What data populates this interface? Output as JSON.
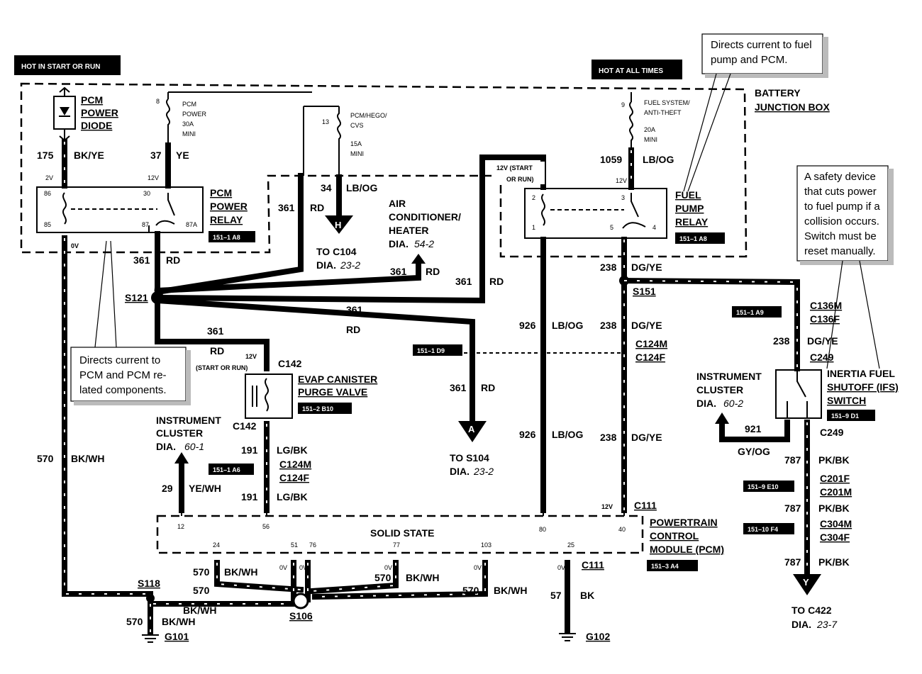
{
  "headers": {
    "hot_start_run": "HOT IN START OR RUN",
    "hot_all_times": "HOT AT ALL TIMES"
  },
  "notes": {
    "fuel_pump_note_1": "Directs current to fuel",
    "fuel_pump_note_2": "pump and PCM.",
    "safety_1": "A safety device",
    "safety_2": "that cuts power",
    "safety_3": "to fuel pump if a",
    "safety_4": "collision occurs.",
    "safety_5": "Switch must be",
    "safety_6": "reset manually.",
    "pcm_note_1": "Directs current to",
    "pcm_note_2": "PCM and PCM re-",
    "pcm_note_3": "lated components."
  },
  "components": {
    "pcm_power_diode": [
      "PCM",
      "POWER",
      "DIODE"
    ],
    "pcm_power_relay": [
      "PCM",
      "POWER",
      "RELAY"
    ],
    "fuel_pump_relay": [
      "FUEL",
      "PUMP",
      "RELAY"
    ],
    "battery_junction_box": [
      "BATTERY",
      "JUNCTION BOX"
    ],
    "evap": [
      "EVAP CANISTER",
      "PURGE VALVE"
    ],
    "ac_heater": [
      "AIR",
      "CONDITIONER/",
      "HEATER",
      "DIA."
    ],
    "ac_dia": "54-2",
    "pcm_module": [
      "POWERTRAIN",
      "CONTROL",
      "MODULE (PCM)"
    ],
    "solid_state": "SOLID STATE",
    "inertia": [
      "INERTIA FUEL",
      "SHUTOFF (IFS)",
      "SWITCH"
    ],
    "inst_cluster_left": [
      "INSTRUMENT",
      "CLUSTER",
      "DIA."
    ],
    "inst_left_dia": "60-1",
    "inst_cluster_right": [
      "INSTRUMENT",
      "CLUSTER",
      "DIA."
    ],
    "inst_right_dia": "60-2"
  },
  "fuses": {
    "pcm_power": [
      "8",
      "PCM",
      "POWER",
      "30A",
      "MINI"
    ],
    "pcm_hego": [
      "13",
      "PCM/HEGO/",
      "CVS",
      "15A",
      "MINI"
    ],
    "fuel_system": [
      "9",
      "FUEL SYSTEM/",
      "ANTI-THEFT",
      "20A",
      "MINI"
    ]
  },
  "tags": {
    "t1": "151–1 A8",
    "t2": "151–1 A8",
    "t3": "151–1 A9",
    "t4": "151–1 D9",
    "t5": "151–2 B10",
    "t6": "151–1 A6",
    "t7": "151–9 D1",
    "t8": "151–9 E10",
    "t9": "151–10 F4",
    "t10": "151–3 A4"
  },
  "connectors": {
    "to_c104": "TO C104",
    "c104_dia": "DIA.",
    "c104_dia_num": "23-2",
    "to_s104": "TO S104",
    "s104_dia": "DIA.",
    "s104_dia_num": "23-2",
    "to_c422": "TO C422",
    "c422_dia": "DIA.",
    "c422_dia_num": "23-7",
    "h": "H",
    "a": "A",
    "y": "Y"
  },
  "labels": {
    "w175": "175",
    "bkye": "BK/YE",
    "w37": "37",
    "ye": "YE",
    "v2": "2V",
    "v12a": "12V",
    "w34": "34",
    "lbog1": "LB/OG",
    "w361a": "361",
    "rd_a": "RD",
    "w1059": "1059",
    "lbog2": "LB/OG",
    "v12b": "12V",
    "start_run_1": "12V (START",
    "start_run_2": "OR RUN)",
    "p86": "86",
    "p30": "30",
    "p85": "85",
    "p87": "87",
    "p87a": "87A",
    "p2": "2",
    "p3": "3",
    "p1": "1",
    "p5": "5",
    "p4": "4",
    "v0a": "0V",
    "w361b": "361",
    "rd_b": "RD",
    "s121": "S121",
    "w361c": "361",
    "rd_c": "RD",
    "w361d": "361",
    "rd_d": "RD",
    "w361e": "361",
    "rd_e": "RD",
    "w361f": "361",
    "rd_f": "RD",
    "w238a": "238",
    "dgye_a": "DG/YE",
    "s151": "S151",
    "c136m": "C136M",
    "c136f": "C136F",
    "w926a": "926",
    "lbog3": "LB/OG",
    "w238b": "238",
    "dgye_b": "DG/YE",
    "c124m_a": "C124M",
    "c124f_a": "C124F",
    "w238c": "238",
    "dgye_c": "DG/YE",
    "c249a": "C249",
    "v12c": "12V",
    "start_or_run": "(START OR RUN)",
    "c142a": "C142",
    "w361g": "361",
    "rd_g": "RD",
    "c142b": "C142",
    "w191a": "191",
    "lgbk_a": "LG/BK",
    "c124m_b": "C124M",
    "c124f_b": "C124F",
    "w29": "29",
    "yewh": "YE/WH",
    "w191b": "191",
    "lgbk_b": "LG/BK",
    "w926b": "926",
    "lbog4": "LB/OG",
    "w238d": "238",
    "dgye_d": "DG/YE",
    "v12d": "12V",
    "c111a": "C111",
    "w921": "921",
    "gyog": "GY/OG",
    "c249b": "C249",
    "w787a": "787",
    "pkbk_a": "PK/BK",
    "c201f": "C201F",
    "c201m": "C201M",
    "w787b": "787",
    "pkbk_b": "PK/BK",
    "c304m": "C304M",
    "c304f": "C304F",
    "w787c": "787",
    "pkbk_c": "PK/BK",
    "w570a": "570",
    "bkwh_a": "BK/WH",
    "pin12": "12",
    "pin56": "56",
    "pin80": "80",
    "pin40": "40",
    "pin24": "24",
    "pin51": "51",
    "pin76": "76",
    "pin77": "77",
    "pin103": "103",
    "pin25": "25",
    "w570b": "570",
    "bkwh_b": "BK/WH",
    "v0b": "0V",
    "v0c": "0V",
    "v0d": "0V",
    "v0e": "0V",
    "v0f": "0V",
    "w570c": "570",
    "bkwh_c": "BK/WH",
    "w570d": "570",
    "bkwh_d": "BK/WH",
    "c111b": "C111",
    "s118": "S118",
    "w570e": "570",
    "bkwh_e": "BK/WH",
    "s106": "S106",
    "w570f": "570",
    "bkwh_f": "BK/WH",
    "g101": "G101",
    "w57": "57",
    "bk": "BK",
    "g102": "G102"
  }
}
